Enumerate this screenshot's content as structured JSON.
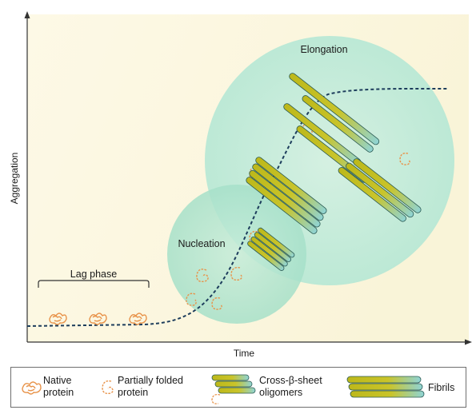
{
  "axes": {
    "y_label": "Aggregation",
    "x_label": "Time"
  },
  "phases": {
    "lag": "Lag phase",
    "nucleation": "Nucleation",
    "elongation": "Elongation"
  },
  "legend": {
    "native": [
      "Native",
      "protein"
    ],
    "partially_folded": [
      "Partially folded",
      "protein"
    ],
    "oligomers": [
      "Cross-β-sheet",
      "oligomers"
    ],
    "fibrils": "Fibrils"
  },
  "colors": {
    "background_gradient_start": "#fbf7e2",
    "circle_fill": "#8fd6bf",
    "protein_orange": "#e8934a",
    "fibril_yellow": "#c8c21c",
    "fibril_cyan": "#8fd4d6",
    "curve": "#1d3d5c"
  }
}
